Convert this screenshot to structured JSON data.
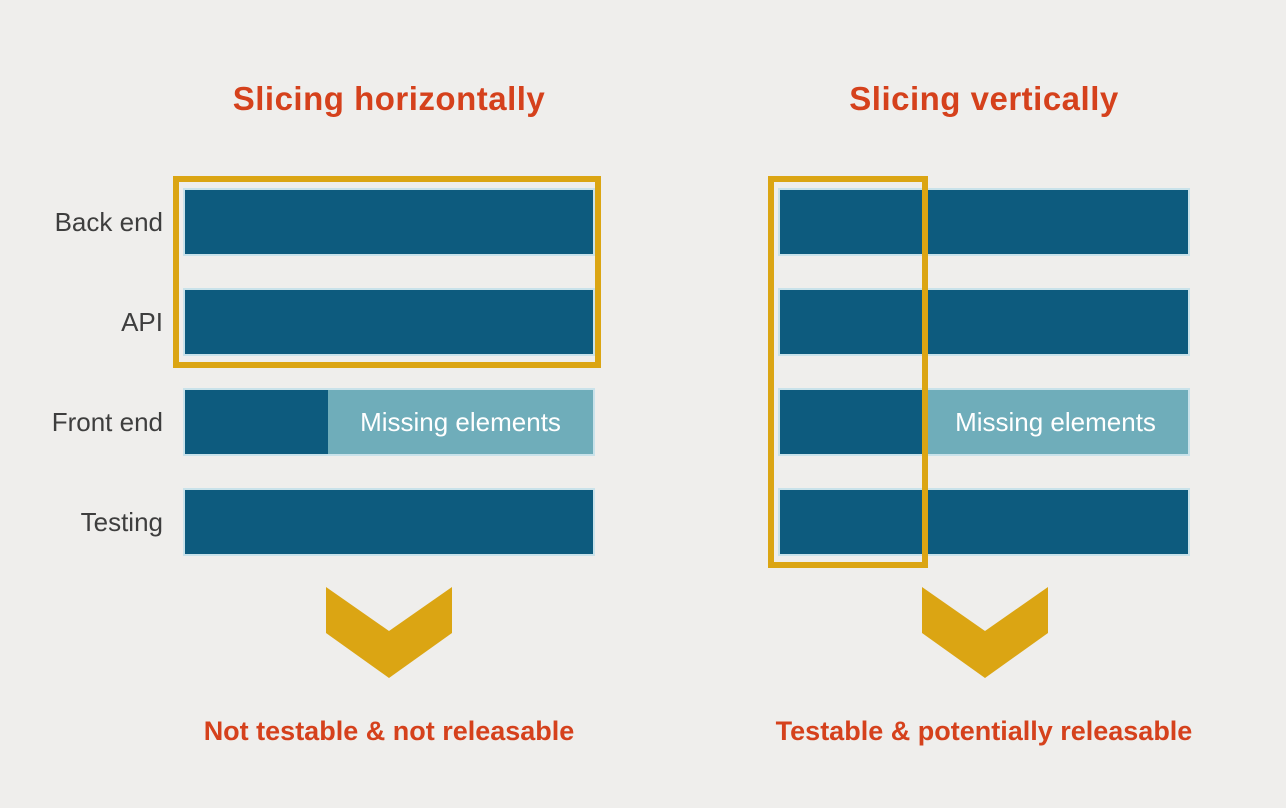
{
  "colors": {
    "background": "#efeeec",
    "bar-dark": "#0d5b7e",
    "bar-light": "#6fadba",
    "bar-edge": "#c9e2ea",
    "accent-gold": "#dba513",
    "text-red": "#d5411c",
    "text-gray": "#3e3e3e",
    "text-white": "#ffffff"
  },
  "left_panel": {
    "title": "Slicing horizontally",
    "row_labels": [
      "Back end",
      "API",
      "Front end",
      "Testing"
    ],
    "missing_label": "Missing elements",
    "caption": "Not testable & not releasable",
    "icon": "chevron-down"
  },
  "right_panel": {
    "title": "Slicing vertically",
    "missing_label": "Missing elements",
    "caption": "Testable & potentially releasable",
    "icon": "chevron-down"
  }
}
